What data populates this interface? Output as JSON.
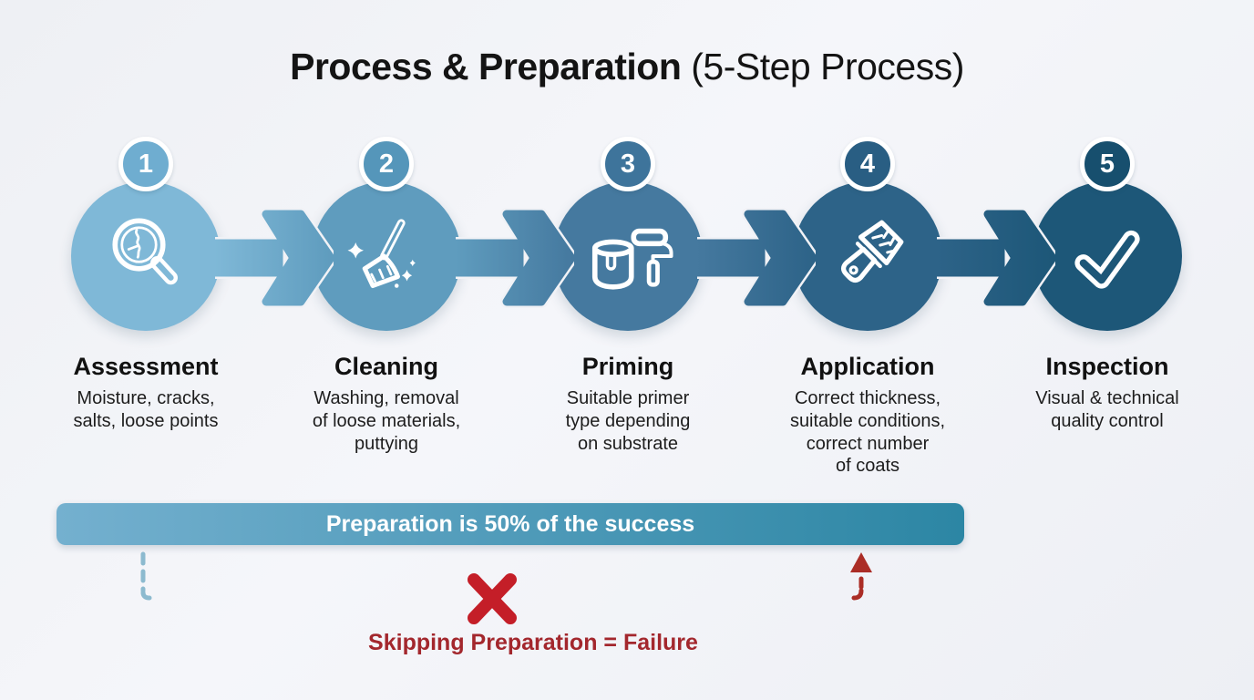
{
  "title": {
    "main": "Process & Preparation",
    "suffix": " (5-Step Process)"
  },
  "steps": [
    {
      "number": "1",
      "name": "Assessment",
      "description": "Moisture, cracks,\nsalts, loose points",
      "icon": "magnifier-crack-icon",
      "circle_color": "#7fb8d7",
      "badge_color": "#6fadd0"
    },
    {
      "number": "2",
      "name": "Cleaning",
      "description": "Washing, removal\nof loose materials,\nputtying",
      "icon": "broom-icon",
      "circle_color": "#5f9cbe",
      "badge_color": "#5596ba"
    },
    {
      "number": "3",
      "name": "Priming",
      "description": "Suitable primer\ntype depending\non substrate",
      "icon": "paint-can-roller-icon",
      "circle_color": "#45799f",
      "badge_color": "#3e749b"
    },
    {
      "number": "4",
      "name": "Application",
      "description": "Correct thickness,\nsuitable conditions,\ncorrect number\nof coats",
      "icon": "paint-brush-icon",
      "circle_color": "#2d6388",
      "badge_color": "#295e83"
    },
    {
      "number": "5",
      "name": "Inspection",
      "description": "Visual & technical\nquality control",
      "icon": "checkmark-icon",
      "circle_color": "#1d5778",
      "badge_color": "#174f6e"
    }
  ],
  "banner": {
    "text": "Preparation is 50% of the success",
    "color_start": "#74b0cf",
    "color_end": "#2c86a4"
  },
  "failure": {
    "label": "Skipping Preparation = Failure",
    "label_color": "#a3272d",
    "x_color": "#c41e28",
    "dash_start_color": "#8cbacf",
    "dash_mid_color": "#93989f",
    "dash_end_color": "#ab2d26",
    "arrow_color": "#ab2d26"
  }
}
